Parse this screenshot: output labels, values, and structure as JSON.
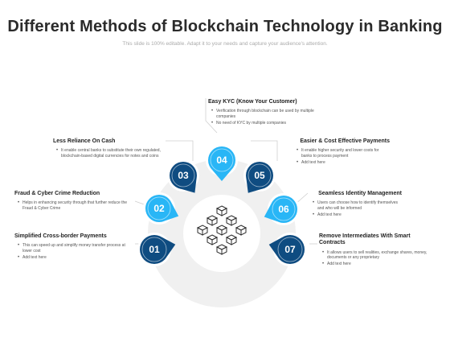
{
  "header": {
    "title": "Different Methods of Blockchain Technology in Banking",
    "subtitle": "This slide is 100% editable. Adapt it to your needs and capture your audience's attention."
  },
  "colors": {
    "dark_blue": "#0f4c81",
    "light_blue": "#29b6f6",
    "ring_gray": "#f0f0f0",
    "hub_white": "#ffffff",
    "icon": "#2b2b2b",
    "connector": "#cfcfcf"
  },
  "center_icon": "blockchain-cubes-icon",
  "items": [
    {
      "number": "01",
      "color": "dark_blue",
      "heading": "Simplified Cross-border Payments",
      "bullets": [
        "This can speed up and simplify money transfer process at lower cost",
        "Add text here"
      ]
    },
    {
      "number": "02",
      "color": "light_blue",
      "heading": "Fraud & Cyber Crime Reduction",
      "bullets": [
        "Helps in enhancing security through that further reduce the Fraud & Cyber Crime"
      ]
    },
    {
      "number": "03",
      "color": "dark_blue",
      "heading": "Less Reliance On Cash",
      "bullets": [
        "It enable central banks to substitute their own regulated, blockchain-based digital currencies for notes and coins"
      ]
    },
    {
      "number": "04",
      "color": "light_blue",
      "heading": "Easy KYC (Know Your Customer)",
      "bullets": [
        "Verification through blockchain can be used by multiple companies",
        "No need of KYC by multiple companies"
      ]
    },
    {
      "number": "05",
      "color": "dark_blue",
      "heading": "Easier & Cost Effective Payments",
      "bullets": [
        "It enable higher security and lower costs for banks to process payment",
        "Add text here"
      ]
    },
    {
      "number": "06",
      "color": "light_blue",
      "heading": "Seamless Identity Management",
      "bullets": [
        "Users can choose how to identify themselves and who will be informed",
        "Add text here"
      ]
    },
    {
      "number": "07",
      "color": "dark_blue",
      "heading": "Remove Intermediates With Smart Contracts",
      "bullets": [
        "It allows users to sell realities, exchange shares, money, documents or any proprietary",
        "Add text here"
      ]
    }
  ]
}
